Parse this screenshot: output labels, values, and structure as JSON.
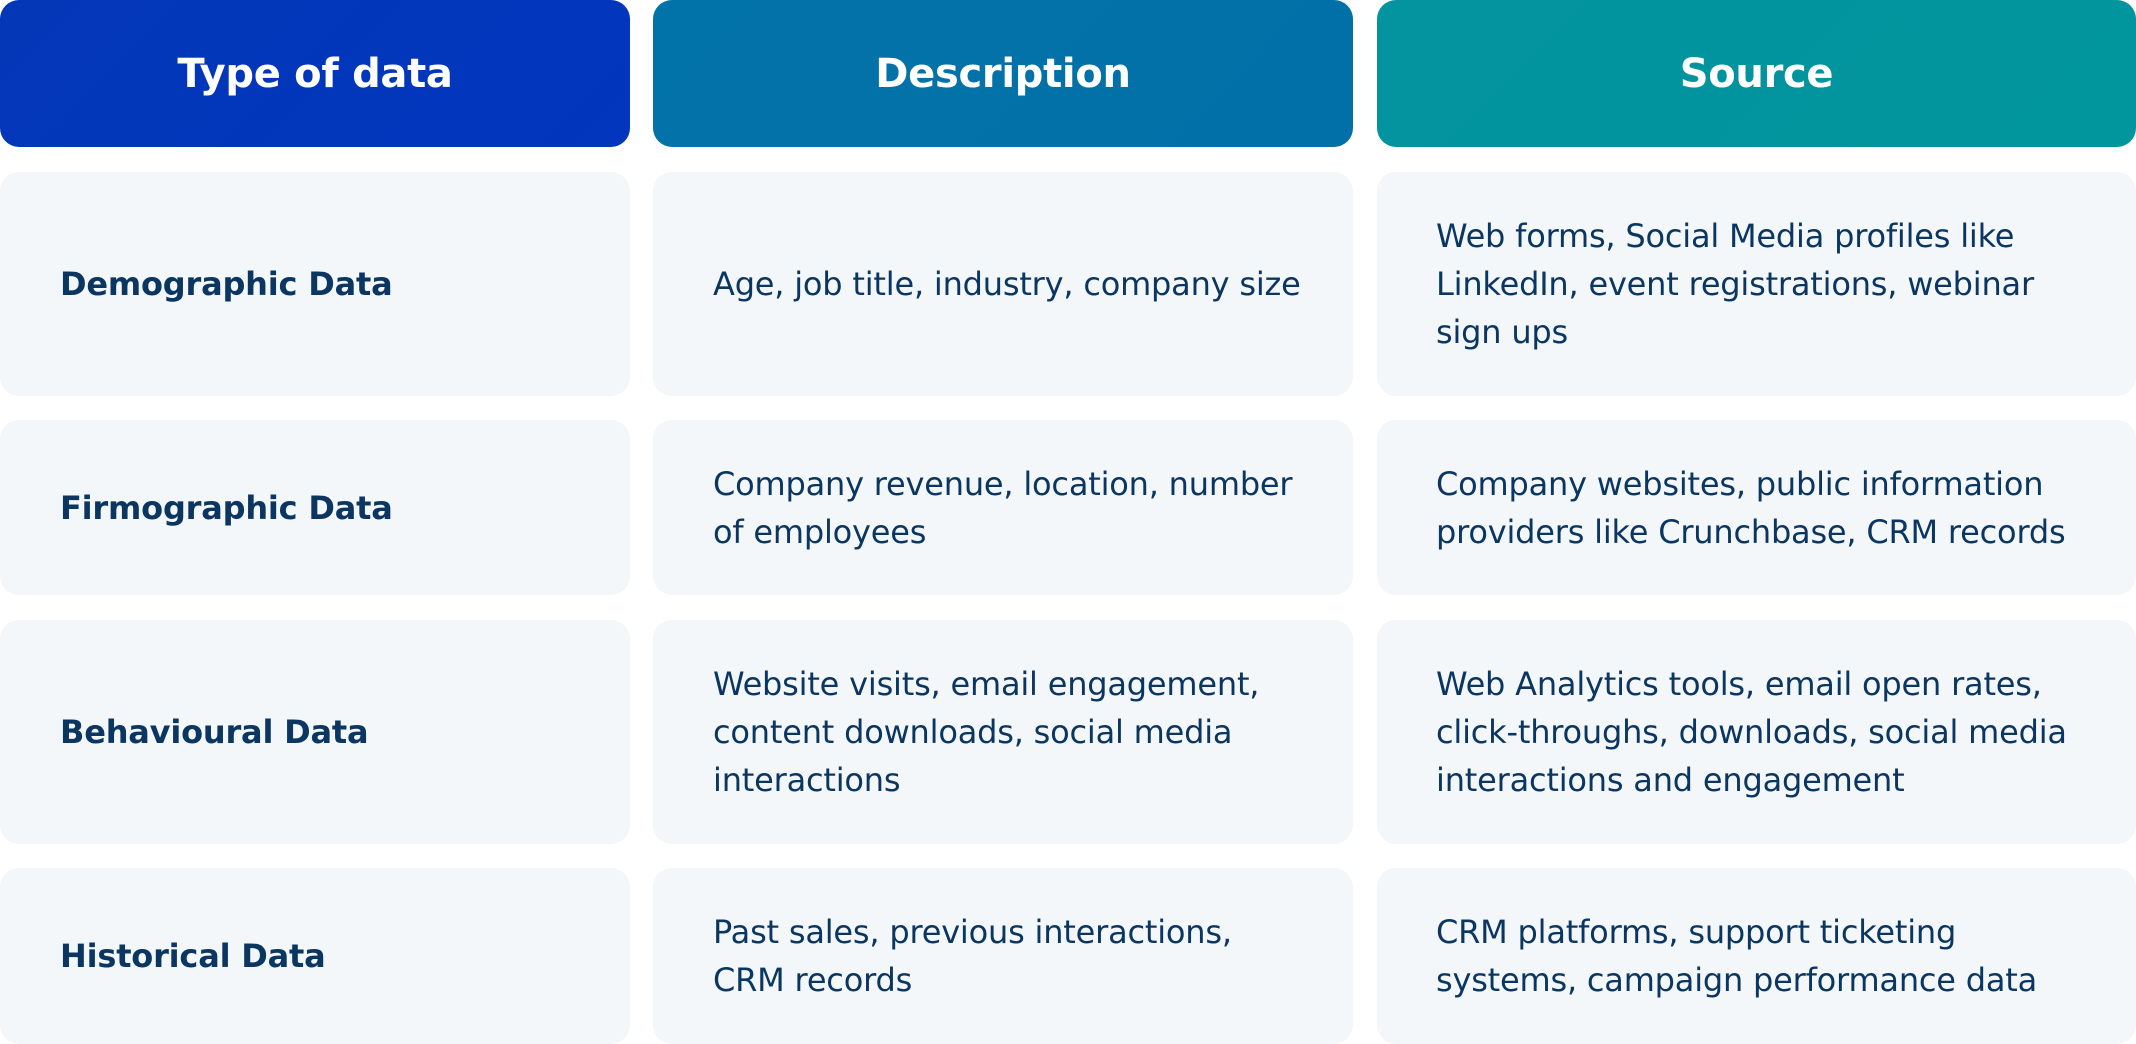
{
  "colors": {
    "header_type": "#0136BD",
    "header_description": "#0170A8",
    "header_source": "#01959D",
    "cell_background": "#F3F7FA",
    "body_text": "#0A3661",
    "header_text": "#FFFFFF"
  },
  "headers": {
    "type": "Type of data",
    "description": "Description",
    "source": "Source"
  },
  "rows": [
    {
      "type": "Demographic Data",
      "description": "Age, job title, industry, company size",
      "source": "Web forms, Social Media profiles like LinkedIn, event registrations, webinar sign ups"
    },
    {
      "type": "Firmographic Data",
      "description": "Company revenue, location, number of employees",
      "source": "Company websites, public information providers like Crunchbase, CRM records"
    },
    {
      "type": "Behavioural Data",
      "description": "Website visits, email engagement, content downloads, social media interactions",
      "source": "Web Analytics tools, email open rates, click-throughs, downloads, social media interactions and engagement"
    },
    {
      "type": "Historical Data",
      "description": "Past sales, previous interactions, CRM records",
      "source": "CRM platforms, support ticketing systems, campaign performance data"
    }
  ]
}
